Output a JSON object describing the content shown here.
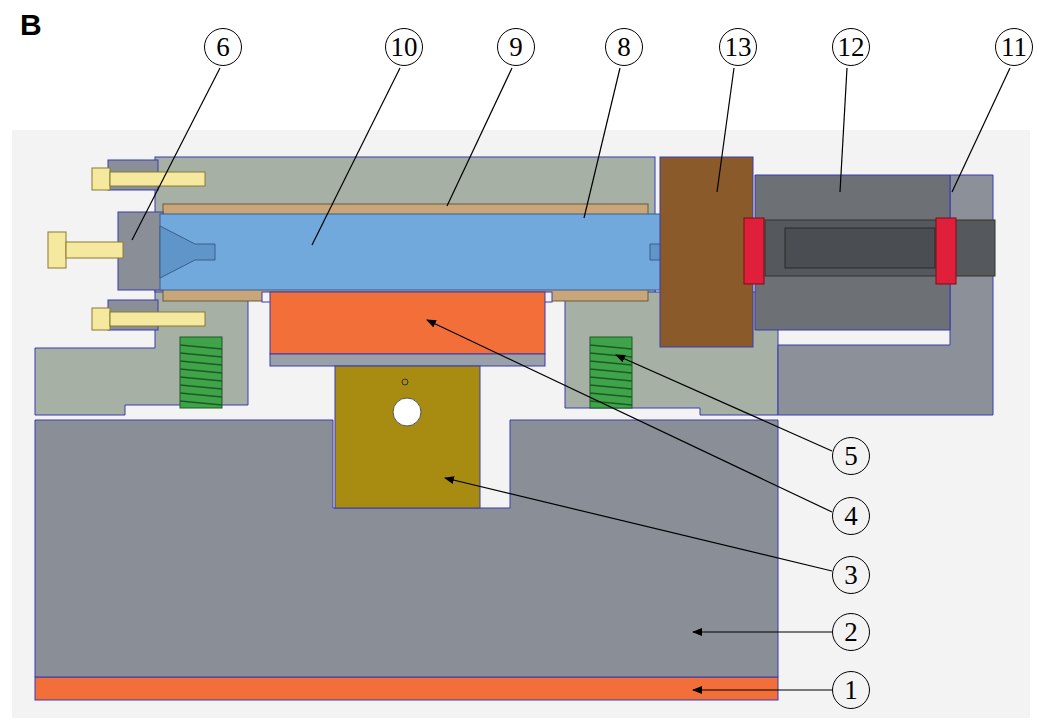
{
  "diagram": {
    "nodes": [
      {
        "text": [
          "6"
        ]
      },
      {
        "text": [
          "10"
        ]
      },
      {
        "text": [
          "9"
        ]
      },
      {
        "text": [
          "8"
        ]
      },
      {
        "text": [
          "13"
        ]
      },
      {
        "text": [
          "12"
        ]
      },
      {
        "text": [
          "11"
        ]
      },
      {
        "text": [
          "5"
        ]
      },
      {
        "text": [
          "4"
        ]
      },
      {
        "text": [
          "3"
        ]
      },
      {
        "text": [
          "2"
        ]
      },
      {
        "text": [
          "1"
        ]
      }
    ],
    "labels": [
      "B"
    ]
  }
}
